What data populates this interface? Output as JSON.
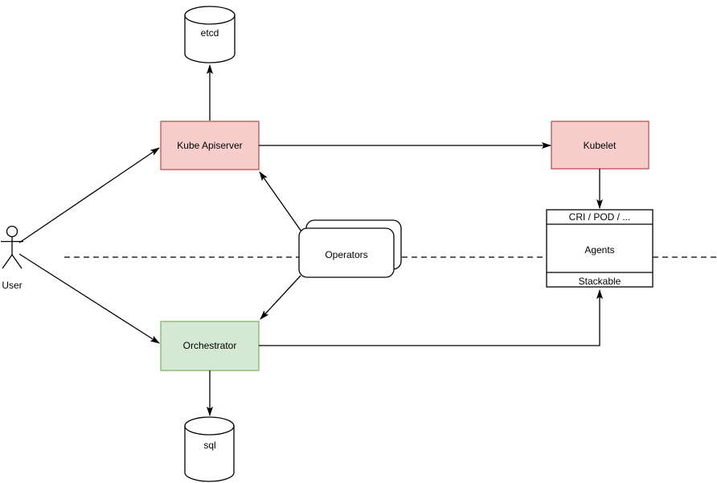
{
  "diagram": {
    "nodes": {
      "etcd": {
        "label": "etcd",
        "shape": "cylinder"
      },
      "kube_apiserver": {
        "label": "Kube Apiserver",
        "shape": "rect"
      },
      "kubelet": {
        "label": "Kubelet",
        "shape": "rect"
      },
      "cri_pod": {
        "label": "CRI / POD / ...",
        "shape": "table-header"
      },
      "agents": {
        "label": "Agents",
        "shape": "table-body"
      },
      "stackable": {
        "label": "Stackable",
        "shape": "table-footer"
      },
      "operators": {
        "label": "Operators",
        "shape": "stacked-rounded-rect"
      },
      "orchestrator": {
        "label": "Orchestrator",
        "shape": "rect"
      },
      "sql": {
        "label": "sql",
        "shape": "cylinder"
      },
      "user": {
        "label": "User",
        "shape": "actor"
      }
    },
    "edges": [
      {
        "from": "user",
        "to": "kube_apiserver"
      },
      {
        "from": "user",
        "to": "orchestrator"
      },
      {
        "from": "kube_apiserver",
        "to": "etcd"
      },
      {
        "from": "kube_apiserver",
        "to": "kubelet"
      },
      {
        "from": "kubelet",
        "to": "cri_pod"
      },
      {
        "from": "operators",
        "to": "kube_apiserver"
      },
      {
        "from": "operators",
        "to": "orchestrator"
      },
      {
        "from": "orchestrator",
        "to": "stackable"
      },
      {
        "from": "orchestrator",
        "to": "sql"
      }
    ],
    "colors": {
      "background": "#ffffff",
      "red_fill": "#f8cecc",
      "red_stroke": "#b85450",
      "green_fill": "#d5e8d4",
      "green_stroke": "#82b366",
      "plain_fill": "#ffffff",
      "line": "#000000"
    }
  }
}
